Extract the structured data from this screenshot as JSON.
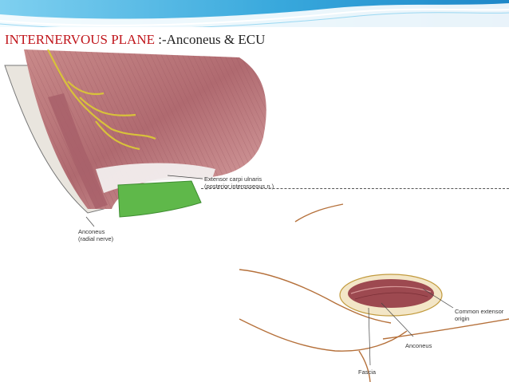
{
  "slide": {
    "title_bold": "INTERNERVOUS PLANE",
    "title_rest": " :-Anconeus & ECU",
    "accent_color": "#c0151b",
    "banner_color": "#3aaee0"
  },
  "figure_top": {
    "label_ecu_line1": "Extensor carpi ulnaris",
    "label_ecu_line2": "(posterior interosseous n.)",
    "label_anconeus_line1": "Anconeus",
    "label_anconeus_line2": "(radial nerve)"
  },
  "figure_bottom": {
    "label_common_line1": "Common extensor",
    "label_common_line2": "origin",
    "label_anconeus": "Anconeus",
    "label_fascia": "Fascia"
  }
}
